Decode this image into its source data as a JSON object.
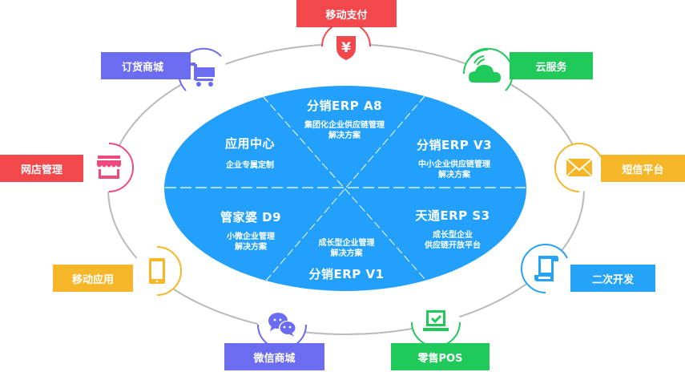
{
  "colors": {
    "center_ellipse": "#22a0fb",
    "ring": "#b9b9b9",
    "red": "#f2474b",
    "purple": "#6c6cf0",
    "green": "#1fc95a",
    "yellow": "#f6b62a",
    "blue": "#25a3f7",
    "pink": "#ee4b7c"
  },
  "center": {
    "segments": [
      {
        "title": "分销ERP A8",
        "desc": [
          "集团化企业供应链管理",
          "解决方案"
        ]
      },
      {
        "title": "应用中心",
        "desc": [
          "企业专属定制"
        ]
      },
      {
        "title": "分销ERP V3",
        "desc": [
          "中小企业供应链管理",
          "解决方案"
        ]
      },
      {
        "title": "管家婆 D9",
        "desc": [
          "小微企业管理",
          "解决方案"
        ]
      },
      {
        "title": "天通ERP S3",
        "desc": [
          "成长型企业",
          "供应链开放平台"
        ]
      },
      {
        "title": "分销ERP V1",
        "desc": [
          "成长型企业管理",
          "解决方案"
        ]
      }
    ]
  },
  "nodes": [
    {
      "label": "移动支付",
      "icon": "yen-shield-icon"
    },
    {
      "label": "订货商城",
      "icon": "shopping-cart-icon"
    },
    {
      "label": "云服务",
      "icon": "cloud-signal-icon"
    },
    {
      "label": "网店管理",
      "icon": "storefront-icon"
    },
    {
      "label": "短信平台",
      "icon": "envelope-icon"
    },
    {
      "label": "移动应用",
      "icon": "mobile-phone-icon"
    },
    {
      "label": "二次开发",
      "icon": "scroll-icon"
    },
    {
      "label": "微信商城",
      "icon": "wechat-icon"
    },
    {
      "label": "零售POS",
      "icon": "pos-terminal-icon"
    }
  ]
}
